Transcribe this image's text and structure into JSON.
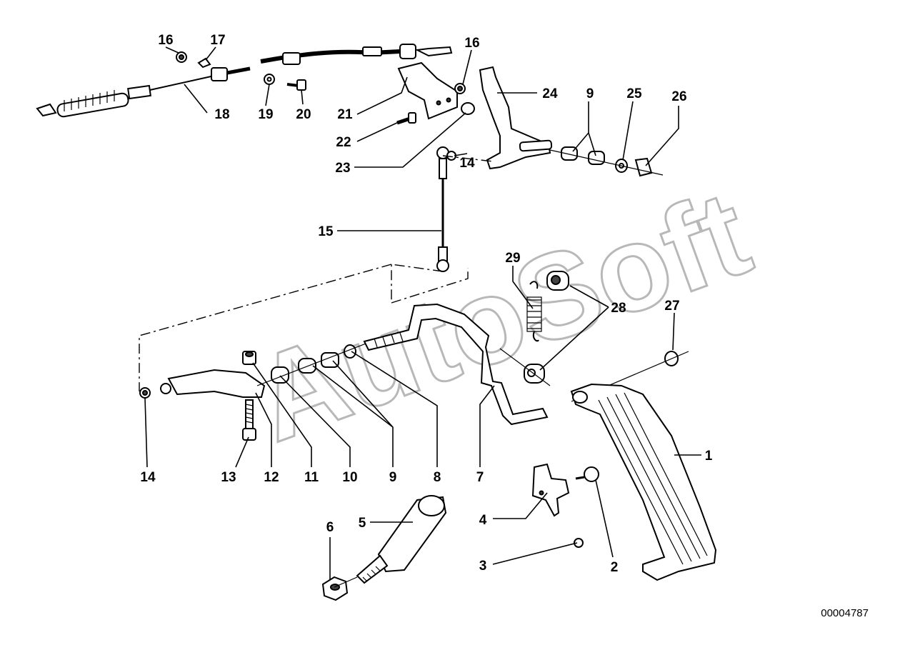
{
  "diagram": {
    "watermark": "AutoSoft",
    "diagram_id": "00004787",
    "part_labels": [
      {
        "number": "1"
      },
      {
        "number": "2"
      },
      {
        "number": "3"
      },
      {
        "number": "4"
      },
      {
        "number": "5"
      },
      {
        "number": "6"
      },
      {
        "number": "7"
      },
      {
        "number": "8"
      },
      {
        "number": "9"
      },
      {
        "number": "10"
      },
      {
        "number": "11"
      },
      {
        "number": "12"
      },
      {
        "number": "13"
      },
      {
        "number": "14"
      },
      {
        "number": "15"
      },
      {
        "number": "16"
      },
      {
        "number": "17"
      },
      {
        "number": "18"
      },
      {
        "number": "19"
      },
      {
        "number": "20"
      },
      {
        "number": "21"
      },
      {
        "number": "22"
      },
      {
        "number": "23"
      },
      {
        "number": "24"
      },
      {
        "number": "9"
      },
      {
        "number": "25"
      },
      {
        "number": "26"
      },
      {
        "number": "27"
      },
      {
        "number": "28"
      },
      {
        "number": "29"
      },
      {
        "number": "14"
      },
      {
        "number": "16"
      }
    ]
  }
}
